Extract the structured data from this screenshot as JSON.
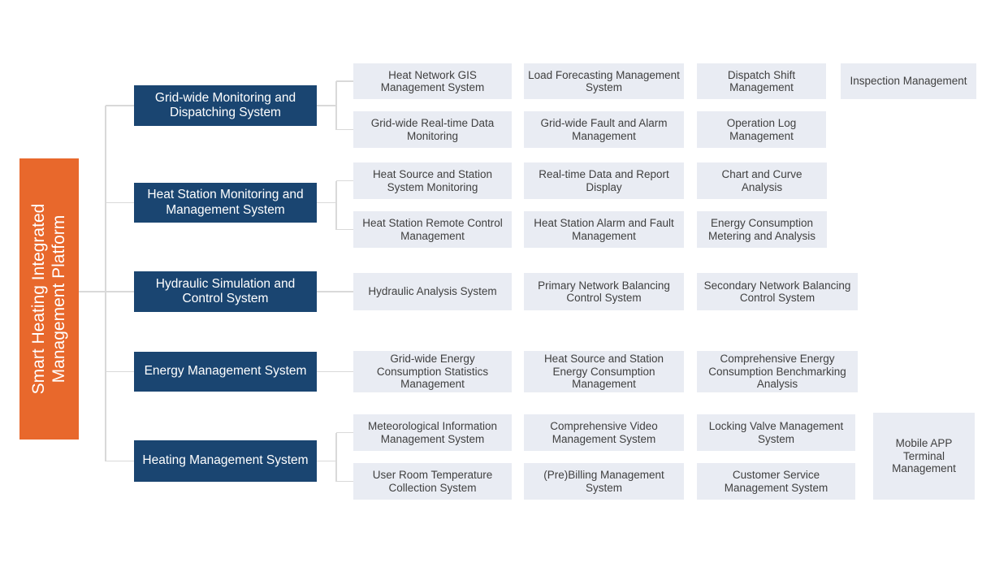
{
  "title": "Smart Heating Integrated Management Platform",
  "root": {
    "label": "Smart Heating Integrated Management Platform"
  },
  "branches": [
    {
      "label": "Grid-wide Monitoring and Dispatching System",
      "rows": [
        [
          "Heat Network GIS Management System",
          "Load Forecasting Management System",
          "Dispatch Shift Management",
          "Inspection Management"
        ],
        [
          "Grid-wide Real-time Data Monitoring",
          "Grid-wide Fault and Alarm Management",
          "Operation Log Management"
        ]
      ]
    },
    {
      "label": "Heat Station Monitoring and Management System",
      "rows": [
        [
          "Heat Source and Station System Monitoring",
          "Real-time Data and Report Display",
          "Chart and Curve Analysis"
        ],
        [
          "Heat Station Remote Control Management",
          "Heat Station Alarm and Fault Management",
          "Energy Consumption Metering and Analysis"
        ]
      ]
    },
    {
      "label": "Hydraulic Simulation and Control System",
      "rows": [
        [
          "Hydraulic Analysis System",
          "Primary Network Balancing Control System",
          "Secondary Network Balancing Control System"
        ]
      ]
    },
    {
      "label": "Energy Management System",
      "rows": [
        [
          "Grid-wide Energy Consumption Statistics Management",
          "Heat Source and Station Energy Consumption Management",
          "Comprehensive Energy Consumption Benchmarking Analysis"
        ]
      ]
    },
    {
      "label": "Heating Management System",
      "rows": [
        [
          "Meteorological Information Management System",
          "Comprehensive Video Management System",
          "Locking Valve Management System"
        ],
        [
          "User Room Temperature Collection System",
          "(Pre)Billing Management System",
          "Customer Service Management System"
        ]
      ],
      "tall_leaf": "Mobile APP Terminal Management"
    }
  ],
  "colors": {
    "background": "#FFFFFF",
    "root_bg": "#E8682C",
    "root_text": "#FFFFFF",
    "branch_bg": "#1A4571",
    "branch_text": "#FFFFFF",
    "leaf_bg": "#E9ECF3",
    "leaf_text": "#404040",
    "connector": "#D9D9D9"
  }
}
